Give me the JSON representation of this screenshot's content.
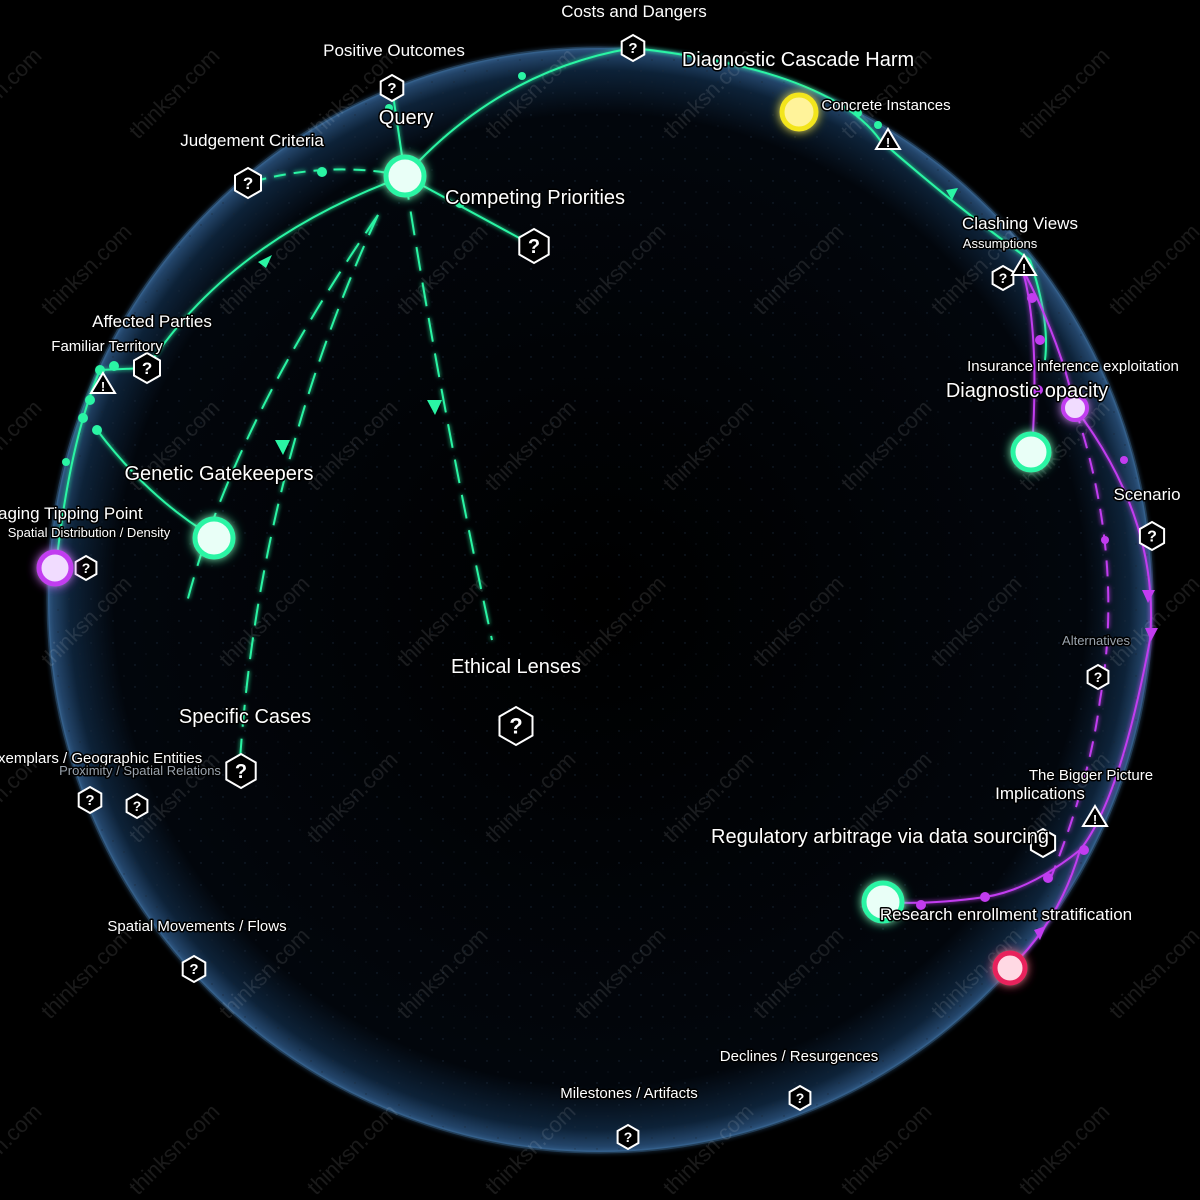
{
  "graph": {
    "query_label": "Query",
    "colors": {
      "green": "#2af5a4",
      "magenta": "#c23cf0",
      "yellow": "#f3e51c",
      "red": "#e8245c",
      "sphere_edge": "#4a7fb0"
    },
    "labels": {
      "costs_and_dangers": "Costs and Dangers",
      "positive_outcomes": "Positive Outcomes",
      "diagnostic_cascade_harm": "Diagnostic Cascade Harm",
      "concrete_instances": "Concrete Instances",
      "judgement_criteria": "Judgement Criteria",
      "competing_priorities": "Competing Priorities",
      "clashing_views": "Clashing Views",
      "assumptions": "Assumptions",
      "insurance_inference_exploitation": "Insurance inference exploitation",
      "diagnostic_opacity": "Diagnostic opacity",
      "affected_parties": "Affected Parties",
      "familiar_territory": "Familiar Territory",
      "genetic_gatekeepers": "Genetic Gatekeepers",
      "tipping_point": "aging Tipping Point",
      "spatial_distribution": "Spatial Distribution / Density",
      "scenario": "Scenario",
      "alternatives": "Alternatives",
      "ethical_lenses": "Ethical Lenses",
      "specific_cases": "Specific Cases",
      "exemplars": "xemplars / Geographic Entities",
      "proximity": "Proximity / Spatial Relations",
      "the_bigger_picture": "The Bigger Picture",
      "implications": "Implications",
      "regulatory_arbitrage": "Regulatory arbitrage via data sourcing",
      "research_enrollment": "Research enrollment stratification",
      "spatial_movements": "Spatial Movements / Flows",
      "declines_resurgences": "Declines / Resurgences",
      "milestones_artifacts": "Milestones / Artifacts"
    },
    "icons": {
      "question": "?",
      "warning": "!"
    },
    "watermark": "thinksn.com"
  }
}
